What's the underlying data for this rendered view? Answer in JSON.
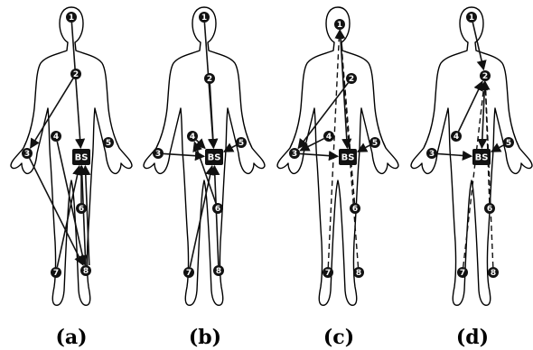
{
  "panels": [
    {
      "id": "a",
      "caption": "(a)",
      "hub_label": "BS",
      "node_labels": [
        "1",
        "2",
        "3",
        "4",
        "5",
        "6",
        "7",
        "8"
      ],
      "edges": [
        {
          "from": "1",
          "to": "BS",
          "style": "solid"
        },
        {
          "from": "2",
          "to": "3",
          "style": "solid"
        },
        {
          "from": "3",
          "to": "8",
          "style": "solid"
        },
        {
          "from": "4",
          "to": "8",
          "style": "solid"
        },
        {
          "from": "7",
          "to": "BS",
          "style": "solid"
        },
        {
          "from": "8",
          "to": "BS",
          "style": "solid"
        },
        {
          "from": "8",
          "to": "BS",
          "style": "solid"
        },
        {
          "from": "6",
          "to": "BS",
          "style": "solid"
        }
      ]
    },
    {
      "id": "b",
      "caption": "(b)",
      "hub_label": "BS",
      "node_labels": [
        "1",
        "2",
        "3",
        "4",
        "5",
        "6",
        "7",
        "8"
      ],
      "edges": [
        {
          "from": "1",
          "to": "BS",
          "style": "solid"
        },
        {
          "from": "2",
          "to": "BS",
          "style": "solid"
        },
        {
          "from": "3",
          "to": "BS",
          "style": "solid"
        },
        {
          "from": "4",
          "to": "BS",
          "style": "solid"
        },
        {
          "from": "5",
          "to": "BS",
          "style": "solid"
        },
        {
          "from": "6",
          "to": "4",
          "style": "solid"
        },
        {
          "from": "7",
          "to": "BS",
          "style": "solid"
        },
        {
          "from": "8",
          "to": "BS",
          "style": "solid"
        }
      ]
    },
    {
      "id": "c",
      "caption": "(c)",
      "hub_label": "BS",
      "node_labels": [
        "1",
        "2",
        "3",
        "4",
        "5",
        "6",
        "7",
        "8"
      ],
      "edges": [
        {
          "from": "1",
          "to": "BS",
          "style": "solid"
        },
        {
          "from": "2",
          "to": "3",
          "style": "solid"
        },
        {
          "from": "4",
          "to": "3",
          "style": "solid"
        },
        {
          "from": "3",
          "to": "BS",
          "style": "solid"
        },
        {
          "from": "5",
          "to": "BS",
          "style": "solid"
        },
        {
          "from": "7",
          "to": "1",
          "style": "dashed"
        },
        {
          "from": "8",
          "to": "1",
          "style": "dashed"
        },
        {
          "from": "6",
          "to": "1",
          "style": "dashed"
        }
      ]
    },
    {
      "id": "d",
      "caption": "(d)",
      "hub_label": "BS",
      "node_labels": [
        "1",
        "2",
        "3",
        "4",
        "5",
        "6",
        "7",
        "8"
      ],
      "edges": [
        {
          "from": "1",
          "to": "2",
          "style": "solid"
        },
        {
          "from": "2",
          "to": "BS",
          "style": "solid"
        },
        {
          "from": "3",
          "to": "BS",
          "style": "solid"
        },
        {
          "from": "4",
          "to": "2",
          "style": "solid"
        },
        {
          "from": "5",
          "to": "BS",
          "style": "solid"
        },
        {
          "from": "7",
          "to": "2",
          "style": "dashed"
        },
        {
          "from": "8",
          "to": "2",
          "style": "dashed"
        },
        {
          "from": "6",
          "to": "2",
          "style": "dashed"
        }
      ]
    }
  ]
}
